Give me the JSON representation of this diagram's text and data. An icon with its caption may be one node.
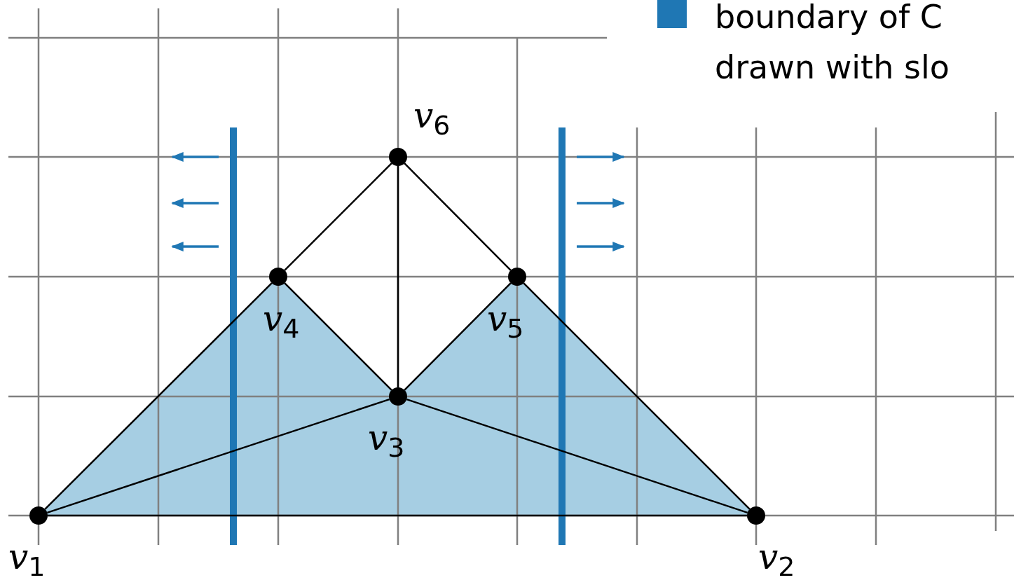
{
  "diagram": {
    "nodes": [
      {
        "text": [
          "*v*$_{1}$"
        ]
      },
      {
        "text": [
          "*v*$_{2}$"
        ]
      },
      {
        "text": [
          "*v*$_{3}$"
        ]
      },
      {
        "text": [
          "*v*$_{4}$"
        ]
      },
      {
        "text": [
          "*v*$_{5}$"
        ]
      },
      {
        "text": [
          "*v*$_{6}$"
        ]
      }
    ],
    "edges": [
      {
        "from": 0,
        "to": 1,
        "arrow": "none"
      },
      {
        "from": 0,
        "to": 3,
        "arrow": "none"
      },
      {
        "from": 0,
        "to": 2,
        "arrow": "none"
      },
      {
        "from": 1,
        "to": 2,
        "arrow": "none"
      },
      {
        "from": 1,
        "to": 4,
        "arrow": "none"
      },
      {
        "from": 2,
        "to": 3,
        "arrow": "none"
      },
      {
        "from": 2,
        "to": 4,
        "arrow": "none"
      },
      {
        "from": 2,
        "to": 5,
        "arrow": "none"
      },
      {
        "from": 3,
        "to": 5,
        "arrow": "none"
      },
      {
        "from": 4,
        "to": 5,
        "arrow": "none"
      }
    ],
    "legend": [
      {
        "text": "boundary of C drawn with slo",
        "color": "#1f77b4"
      }
    ]
  }
}
